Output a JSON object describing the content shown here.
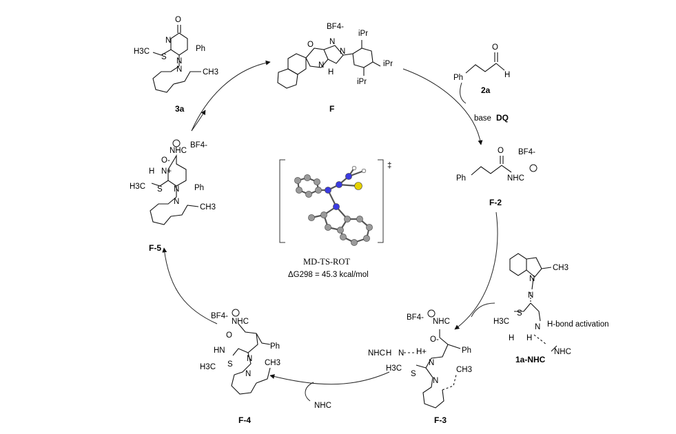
{
  "intermediates": {
    "F": {
      "label": "F",
      "counterion": "BF4-",
      "text": [
        "iPr",
        "iPr",
        "iPr",
        "N",
        "N",
        "N",
        "O",
        "H"
      ]
    },
    "F2": {
      "label": "F-2",
      "counterion": "BF4-",
      "text": [
        "Ph",
        "O",
        "NHC"
      ]
    },
    "F3": {
      "label": "F-3",
      "counterion": "BF4-",
      "text": [
        "NHC",
        "NHC",
        "H",
        "N",
        "H+",
        "O-",
        "Ph",
        "H3C",
        "S",
        "N",
        "N",
        "CH3"
      ]
    },
    "F4": {
      "label": "F-4",
      "counterion": "BF4-",
      "text": [
        "NHC",
        "O",
        "Ph",
        "HN",
        "N",
        "H3C",
        "S",
        "N",
        "CH3"
      ]
    },
    "F5": {
      "label": "F-5",
      "counterion": "BF4-",
      "text": [
        "NHC",
        "O-",
        "H",
        "N+",
        "H3C",
        "S",
        "N",
        "Ph",
        "N",
        "CH3"
      ]
    },
    "product": {
      "label": "3a",
      "text": [
        "O",
        "N",
        "H3C",
        "S",
        "Ph",
        "N",
        "N",
        "CH3"
      ]
    },
    "aldehyde": {
      "label": "2a",
      "text": [
        "Ph",
        "O",
        "H"
      ]
    },
    "thiourea": {
      "label": "1a-NHC",
      "annotation": "H-bond activation",
      "text": [
        "N",
        "CH3",
        "N",
        "H3C",
        "S",
        "N",
        "H",
        "H",
        "NHC"
      ]
    }
  },
  "arrows": {
    "oxidation": {
      "reagents": [
        "base",
        "DQ"
      ]
    },
    "release": {
      "product": "NHC"
    }
  },
  "ts": {
    "name": "MD-TS-ROT",
    "energy": "ΔG298 = 45.3 kcal/mol",
    "dagger": "‡",
    "atom_colors": {
      "carbon": "#9a9a9a",
      "nitrogen": "#3b3be0",
      "sulfur": "#e6d200",
      "hydrogen": "#f2f2f2"
    }
  }
}
